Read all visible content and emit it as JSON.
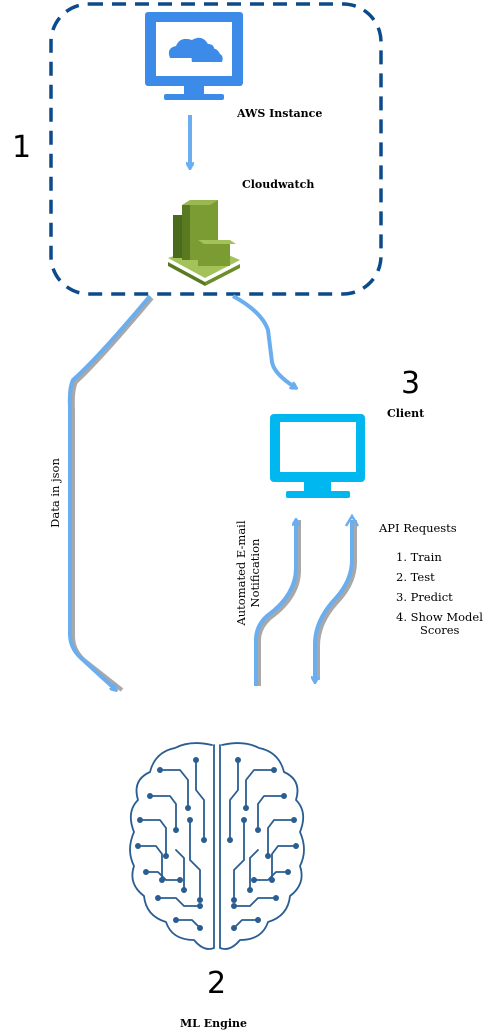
{
  "labels": {
    "aws_instance": "AWS Instance",
    "cloudwatch": "Cloudwatch",
    "client": "Client",
    "ml_engine": "ML Engine",
    "data_in_json": "Data in json",
    "email_notification_line1": "Automated E-mail",
    "email_notification_line2": "Notification",
    "api_requests": "API Requests"
  },
  "numbers": {
    "one": "1",
    "two": "2",
    "three": "3"
  },
  "api_list": [
    "1. Train",
    "2. Test",
    "3. Predict",
    "4. Show Model",
    "Scores"
  ],
  "colors": {
    "dashed_border": "#0b4a8b",
    "arrow": "#6aaef0",
    "arrow_shadow": "#a8a8a8",
    "monitor_aws": "#3d8be8",
    "monitor_client": "#00b7f0",
    "cloudwatch_green": "#6b8e2b",
    "brain": "#2a5d91"
  },
  "icons": {
    "aws_monitor": "monitor-cloud-icon",
    "cloudwatch": "cloudwatch-icon",
    "client_monitor": "monitor-icon",
    "brain": "circuit-brain-icon"
  }
}
